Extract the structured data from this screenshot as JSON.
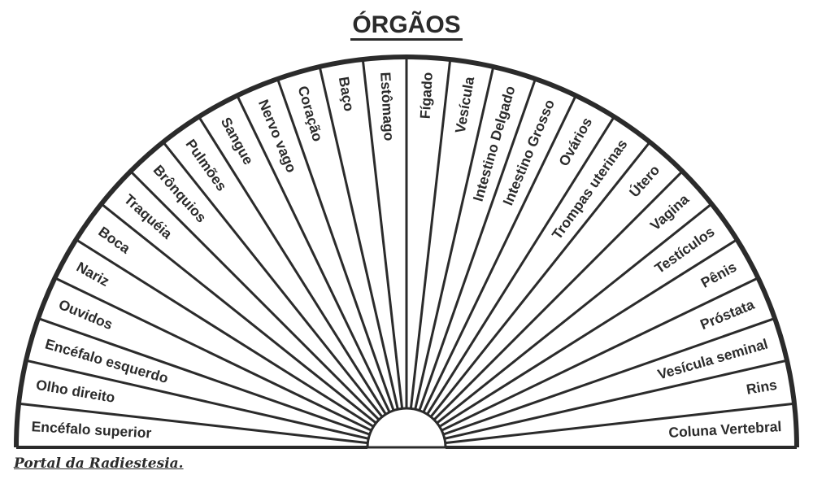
{
  "title": "ÓRGÃOS",
  "footer": "Portal da Radiestesia.",
  "colors": {
    "ink": "#2b2b2b",
    "background": "#ffffff"
  },
  "sectors": [
    "Encéfalo superior",
    "Olho direito",
    "Encéfalo esquerdo",
    "Ouvidos",
    "Nariz",
    "Boca",
    "Traquéia",
    "Brônquios",
    "Pulmões",
    "Sangue",
    "Nervo vago",
    "Coração",
    "Baço",
    "Estômago",
    "Fígado",
    "Vesícula",
    "Intestino Delgado",
    "Intestino Grosso",
    "Ovários",
    "Trompas uterinas",
    "Útero",
    "Vagina",
    "Testículos",
    "Pênis",
    "Próstata",
    "Vesícula seminal",
    "Rins",
    "Coluna Vertebral"
  ]
}
